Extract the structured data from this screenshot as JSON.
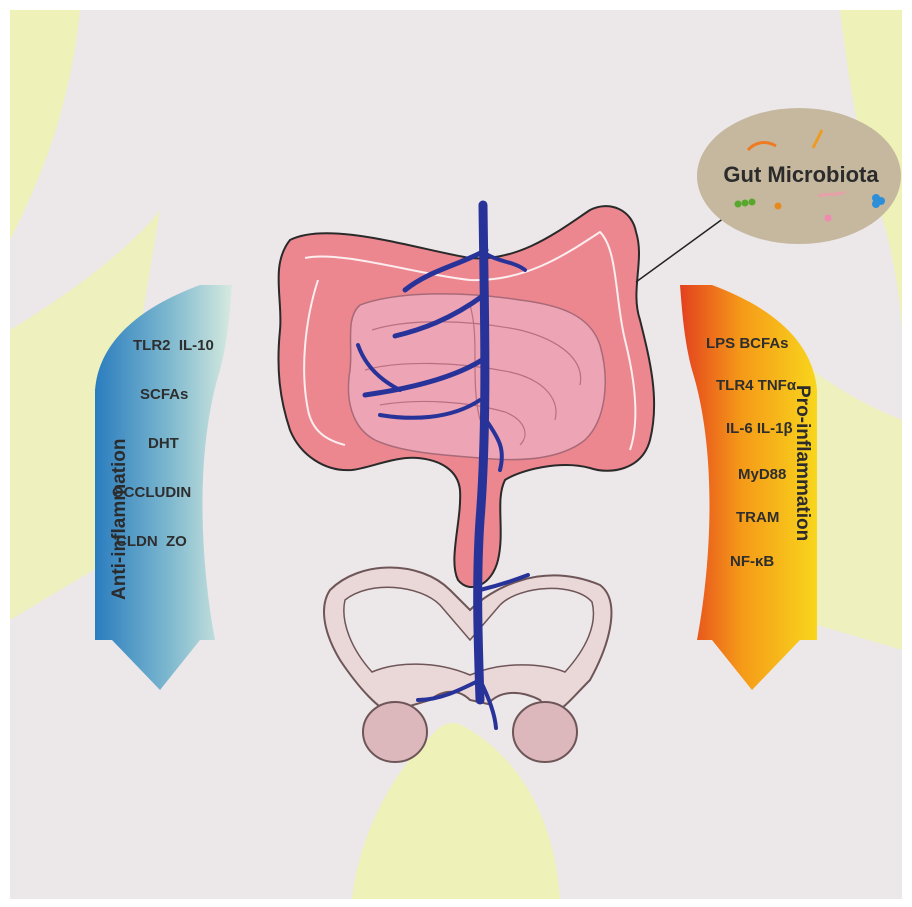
{
  "microbiota": {
    "title": "Gut Microbiota"
  },
  "anti": {
    "title": "Anti-inflammation",
    "items": [
      "TLR2  IL-10",
      "SCFAs",
      "DHT",
      "OCCLUDIN",
      "CLDN  ZO"
    ]
  },
  "pro": {
    "title": "Pro-inflammation",
    "items": [
      "LPS BCFAs",
      "TLR4 TNFα",
      "IL-6 IL-1β",
      "MyD88",
      "TRAM",
      "NF-κB"
    ]
  },
  "colors": {
    "background": "#eef1b8",
    "body": "#ece7e9",
    "colon": "#ec8790",
    "small_intestine": "#eda4b4",
    "vessel": "#28339a",
    "anti_arrow_start": "#2a7dbf",
    "anti_arrow_end": "#cfe7e0",
    "pro_arrow_start": "#e5441e",
    "pro_arrow_end": "#f7d01a",
    "microbiota_bubble": "#c6b89e"
  }
}
